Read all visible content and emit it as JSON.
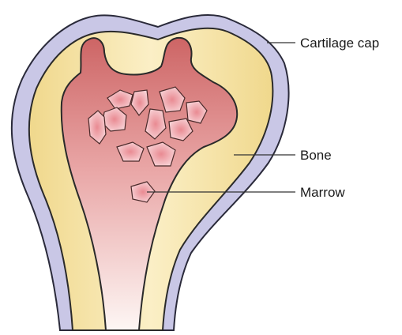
{
  "labels": {
    "cartilage_cap": "Cartilage cap",
    "bone": "Bone",
    "marrow": "Marrow"
  },
  "colors": {
    "cartilage": "#c9c7e6",
    "cartilage_outline": "#2a2a3a",
    "bone": "#f2dc95",
    "bone_light": "#fbf1cf",
    "marrow_top": "#cf6868",
    "marrow_bottom": "#fbeeee",
    "fragment": "#f6c7cc"
  }
}
